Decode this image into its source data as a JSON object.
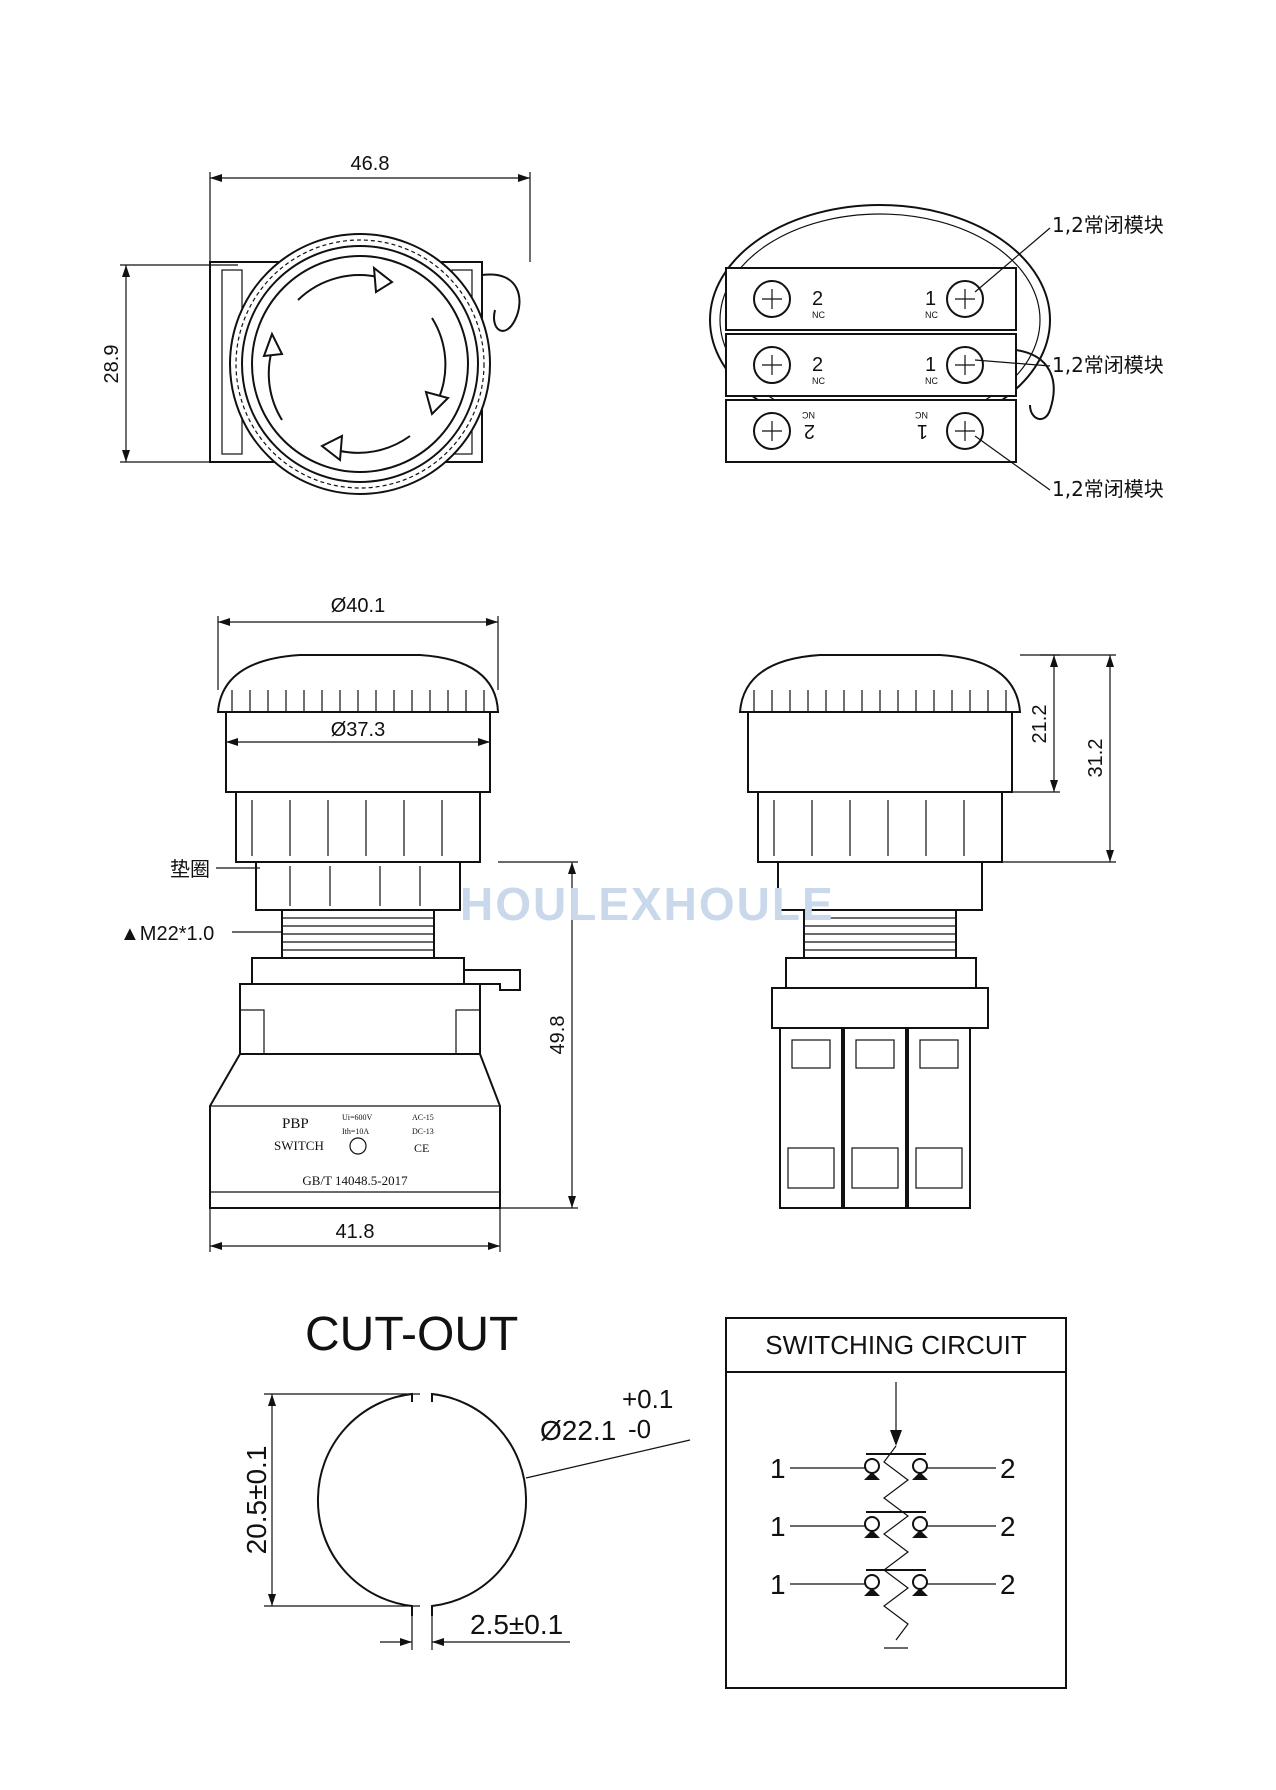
{
  "front_view": {
    "width_dim": "46.8",
    "height_dim": "28.9"
  },
  "back_view": {
    "module_labels": [
      "1,2常闭模块",
      "1,2常闭模块",
      "1,2常闭模块"
    ],
    "terminal_left": "2",
    "terminal_right": "1",
    "nc": "NC"
  },
  "side_view_left": {
    "head_diameter": "Ø40.1",
    "collar_diameter": "Ø37.3",
    "gasket_label": "垫圈",
    "thread_label": "▲M22*1.0",
    "total_height": "49.8",
    "base_width": "41.8",
    "label_brand": "PBP",
    "label_switch": "SWITCH",
    "label_ui": "Ui=600V",
    "label_ith": "Ith=10A",
    "label_ac": "AC-15",
    "label_dc": "DC-13",
    "label_ce": "CE",
    "label_standard": "GB/T 14048.5-2017"
  },
  "side_view_right": {
    "head_height": "21.2",
    "total_height": "31.2"
  },
  "watermark": "HOULEXHOULE",
  "cutout": {
    "title": "CUT-OUT",
    "diameter": "Ø22.1",
    "tol_plus": "+0.1",
    "tol_minus": "-0",
    "height": "20.5±0.1",
    "slot": "2.5±0.1"
  },
  "switching_circuit": {
    "title": "SWITCHING CIRCUIT",
    "left_labels": [
      "1",
      "1",
      "1"
    ],
    "right_labels": [
      "2",
      "2",
      "2"
    ]
  }
}
